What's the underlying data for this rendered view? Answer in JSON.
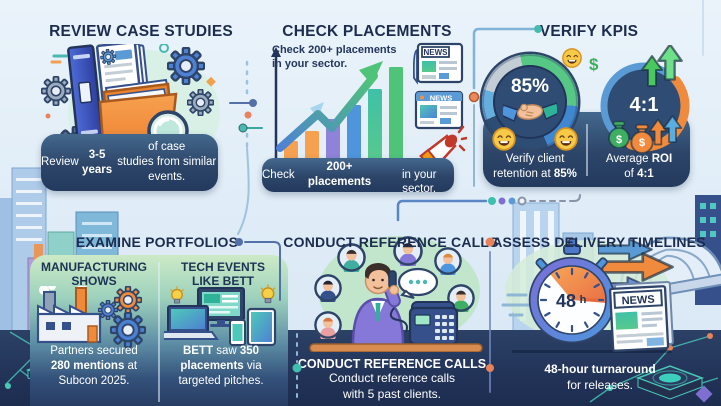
{
  "palette": {
    "background_top": "#eaf3fa",
    "background_bottom": "#d7e7f4",
    "dark_band": "#223358",
    "title_text": "#1c2c4e",
    "caption_box": "#2c4569",
    "caption_text": "#ffffff",
    "accent_orange": "#ef8a3a",
    "accent_teal": "#3fbfae",
    "accent_green": "#57c785",
    "accent_blue": "#4e95dd",
    "accent_purple": "#8678d8",
    "donut_gray": "#c3cdd6"
  },
  "icons": {
    "dollar_sign": "$"
  },
  "sections": {
    "review": {
      "title": "REVIEW CASE STUDIES",
      "caption_html": "Review <b>3-5 years</b> of case<br>studies from similar events."
    },
    "check": {
      "title": "CHECK PLACEMENTS",
      "note_html": "Check 200+ placements<br>in your sector.",
      "caption_html": "Check <b>200+ placements</b><br>in your sector.",
      "news_label": "NEWS",
      "news_label_2": "NEWS"
    },
    "verify": {
      "title": "VERIFY KPIS",
      "retention_value": "85%",
      "roi_value": "4:1",
      "caption_left_html": "Verify client<br>retention at <b>85%</b>",
      "caption_right_html": "Average <b>ROI</b><br>of <b>4:1</b>"
    },
    "portfolios": {
      "title": "EXAMINE PORTFOLIOS",
      "left_heading_html": "MANUFACTURING<br>SHOWS",
      "right_heading_html": "TECH EVENTS<br>LIKE BETT",
      "left_caption_html": "Partners secured<br><b>280 mentions</b> at<br>Subcon 2025.",
      "right_caption_html": "<b>BETT</b> saw <b>350</b><br><b>placements</b> via<br>targeted pitches."
    },
    "reference": {
      "title": "CONDUCT REFERENCE CALLS",
      "caption_heading": "CONDUCT REFERENCE CALLS",
      "caption_html": "Conduct reference calls<br>with 5 past clients."
    },
    "timelines": {
      "title": "ASSESS DELIVERY TIMELINES",
      "stopwatch_value": "48",
      "stopwatch_unit": "h",
      "news_label": "NEWS",
      "caption_html": "<b>48-hour turnaround</b><br>for releases."
    }
  }
}
